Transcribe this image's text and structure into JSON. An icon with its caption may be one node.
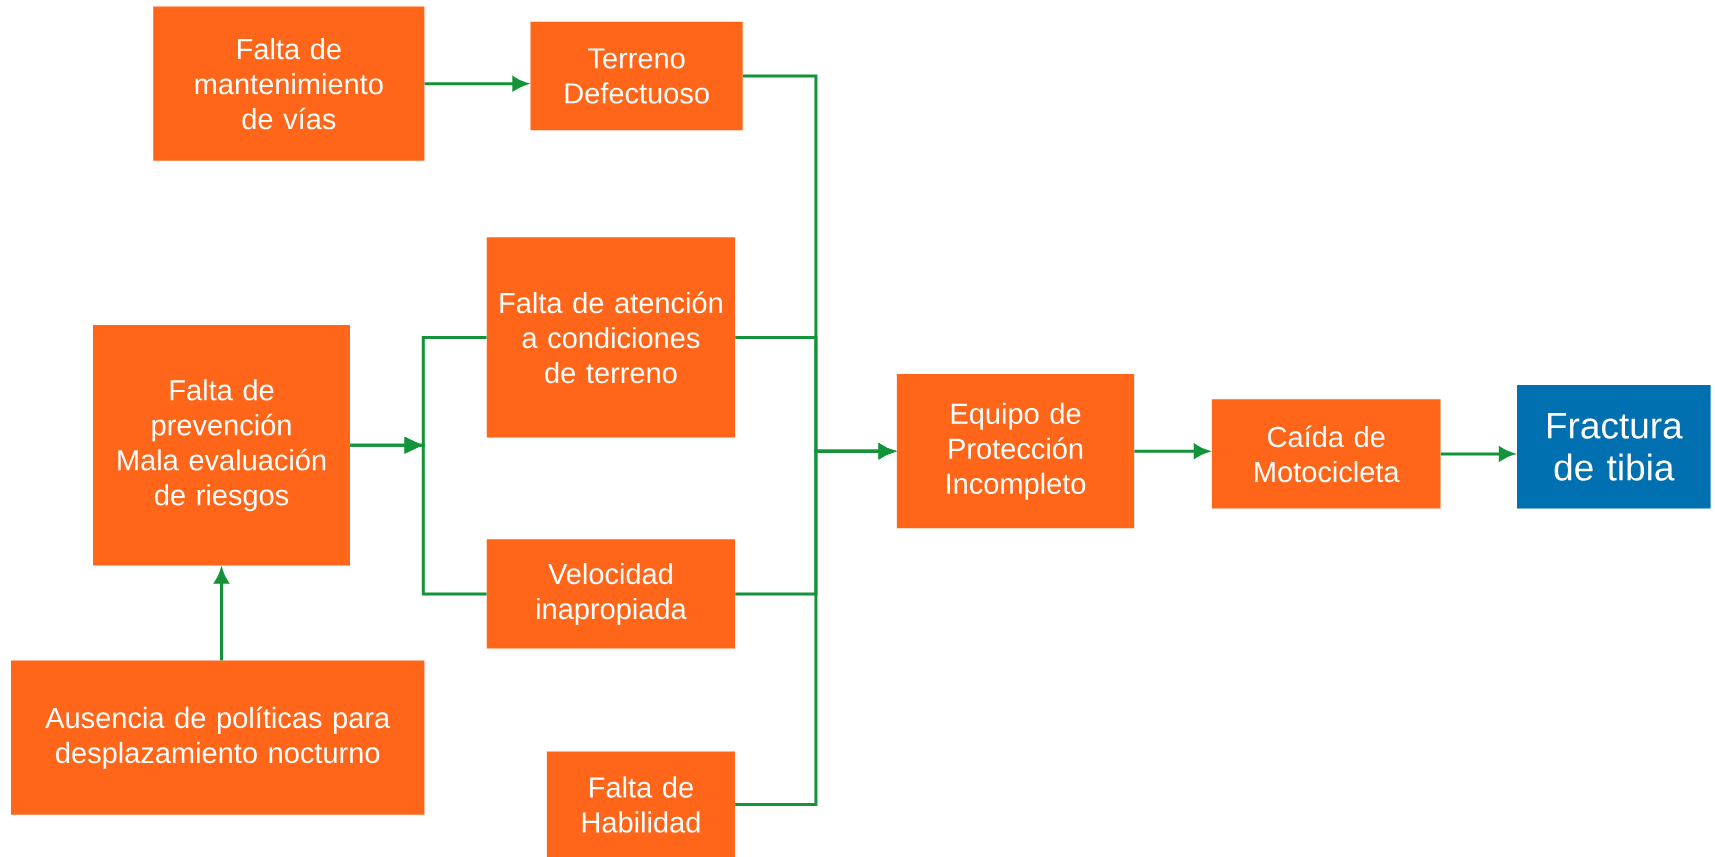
{
  "diagram": {
    "nodes": [
      {
        "text": [
          "Falta de mantenimiento de vías"
        ]
      },
      {
        "text": [
          "Terreno Defectuoso"
        ]
      },
      {
        "text": [
          "Falta de atención a condiciones de terreno"
        ]
      },
      {
        "text": [
          "Falta de prevención",
          "Mala evaluación de riesgos"
        ]
      },
      {
        "text": [
          "Velocidad inapropiada"
        ]
      },
      {
        "text": [
          "Ausencia de políticas para desplazamiento nocturno"
        ]
      },
      {
        "text": [
          "Falta de Habilidad"
        ]
      },
      {
        "text": [
          "Equipo de Protección Incompleto"
        ]
      },
      {
        "text": [
          "Caída de Motocicleta"
        ]
      },
      {
        "text": [
          "Fractura de tibia"
        ]
      }
    ],
    "edges": [
      {
        "from": 0,
        "to": 1,
        "arrow": "to"
      },
      {
        "from": 5,
        "to": 3,
        "arrow": "to"
      },
      {
        "from": 3,
        "to": 2,
        "arrow": "to"
      },
      {
        "from": 3,
        "to": 4,
        "arrow": "to"
      },
      {
        "from": 1,
        "to": 7,
        "arrow": "to"
      },
      {
        "from": 2,
        "to": 7,
        "arrow": "to"
      },
      {
        "from": 4,
        "to": 7,
        "arrow": "to"
      },
      {
        "from": 6,
        "to": 7,
        "arrow": "to"
      },
      {
        "from": 7,
        "to": 8,
        "arrow": "to"
      },
      {
        "from": 8,
        "to": 9,
        "arrow": "to"
      }
    ]
  }
}
